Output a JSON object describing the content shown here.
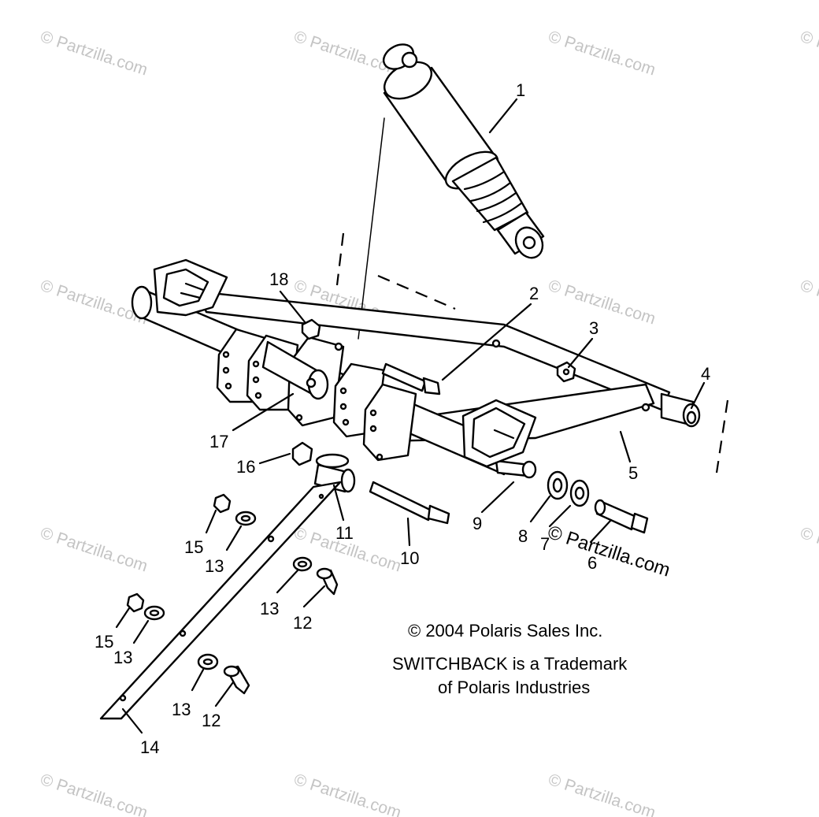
{
  "watermark": {
    "text": "© Partzilla.com",
    "overlay_text": "© Partzilla.com"
  },
  "copyright": {
    "line1": "© 2004 Polaris Sales Inc.",
    "line2": "SWITCHBACK is a Trademark",
    "line3": "of Polaris Industries"
  },
  "callouts": {
    "c1": "1",
    "c2": "2",
    "c3": "3",
    "c4": "4",
    "c5": "5",
    "c6": "6",
    "c7": "7",
    "c8": "8",
    "c9": "9",
    "c10": "10",
    "c11": "11",
    "c12a": "12",
    "c12b": "12",
    "c13a": "13",
    "c13b": "13",
    "c13c": "13",
    "c13d": "13",
    "c14": "14",
    "c15a": "15",
    "c15b": "15",
    "c16": "16",
    "c17": "17",
    "c18": "18"
  },
  "colors": {
    "line": "#000000",
    "background": "#ffffff",
    "watermark": "#c4c4c4"
  }
}
